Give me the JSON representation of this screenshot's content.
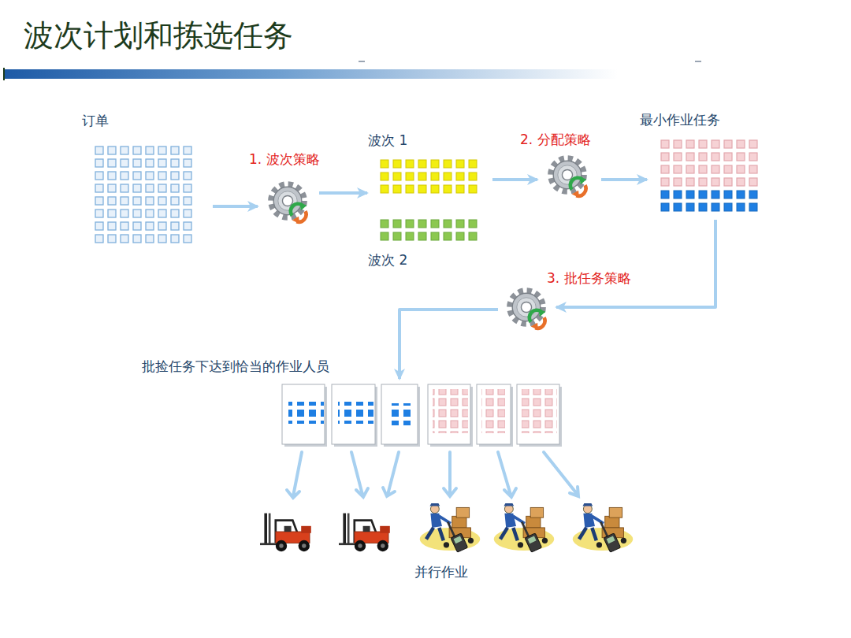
{
  "diagram": {
    "title": "波次计划和拣选任务",
    "nodes": [
      {
        "text": [
          "订单"
        ]
      },
      {
        "text": [
          "1. 波次策略"
        ]
      },
      {
        "text": [
          "波次 1"
        ]
      },
      {
        "text": [
          "波次 2"
        ]
      },
      {
        "text": [
          "2. 分配策略"
        ]
      },
      {
        "text": [
          "最小作业任务"
        ]
      },
      {
        "text": [
          "3. 批任务策略"
        ]
      },
      {
        "text": [
          "批捡任务下达到恰当的作业人员"
        ]
      }
    ],
    "edges": [
      {
        "from": 0,
        "to": 1,
        "arrow": "to"
      },
      {
        "from": 1,
        "to": 2,
        "arrow": "to"
      },
      {
        "from": 2,
        "to": 4,
        "arrow": "to"
      },
      {
        "from": 4,
        "to": 5,
        "arrow": "to"
      },
      {
        "from": 5,
        "to": 6,
        "arrow": "to"
      },
      {
        "from": 6,
        "to": 7,
        "arrow": "to"
      }
    ],
    "labels": [
      "并行作业"
    ]
  }
}
